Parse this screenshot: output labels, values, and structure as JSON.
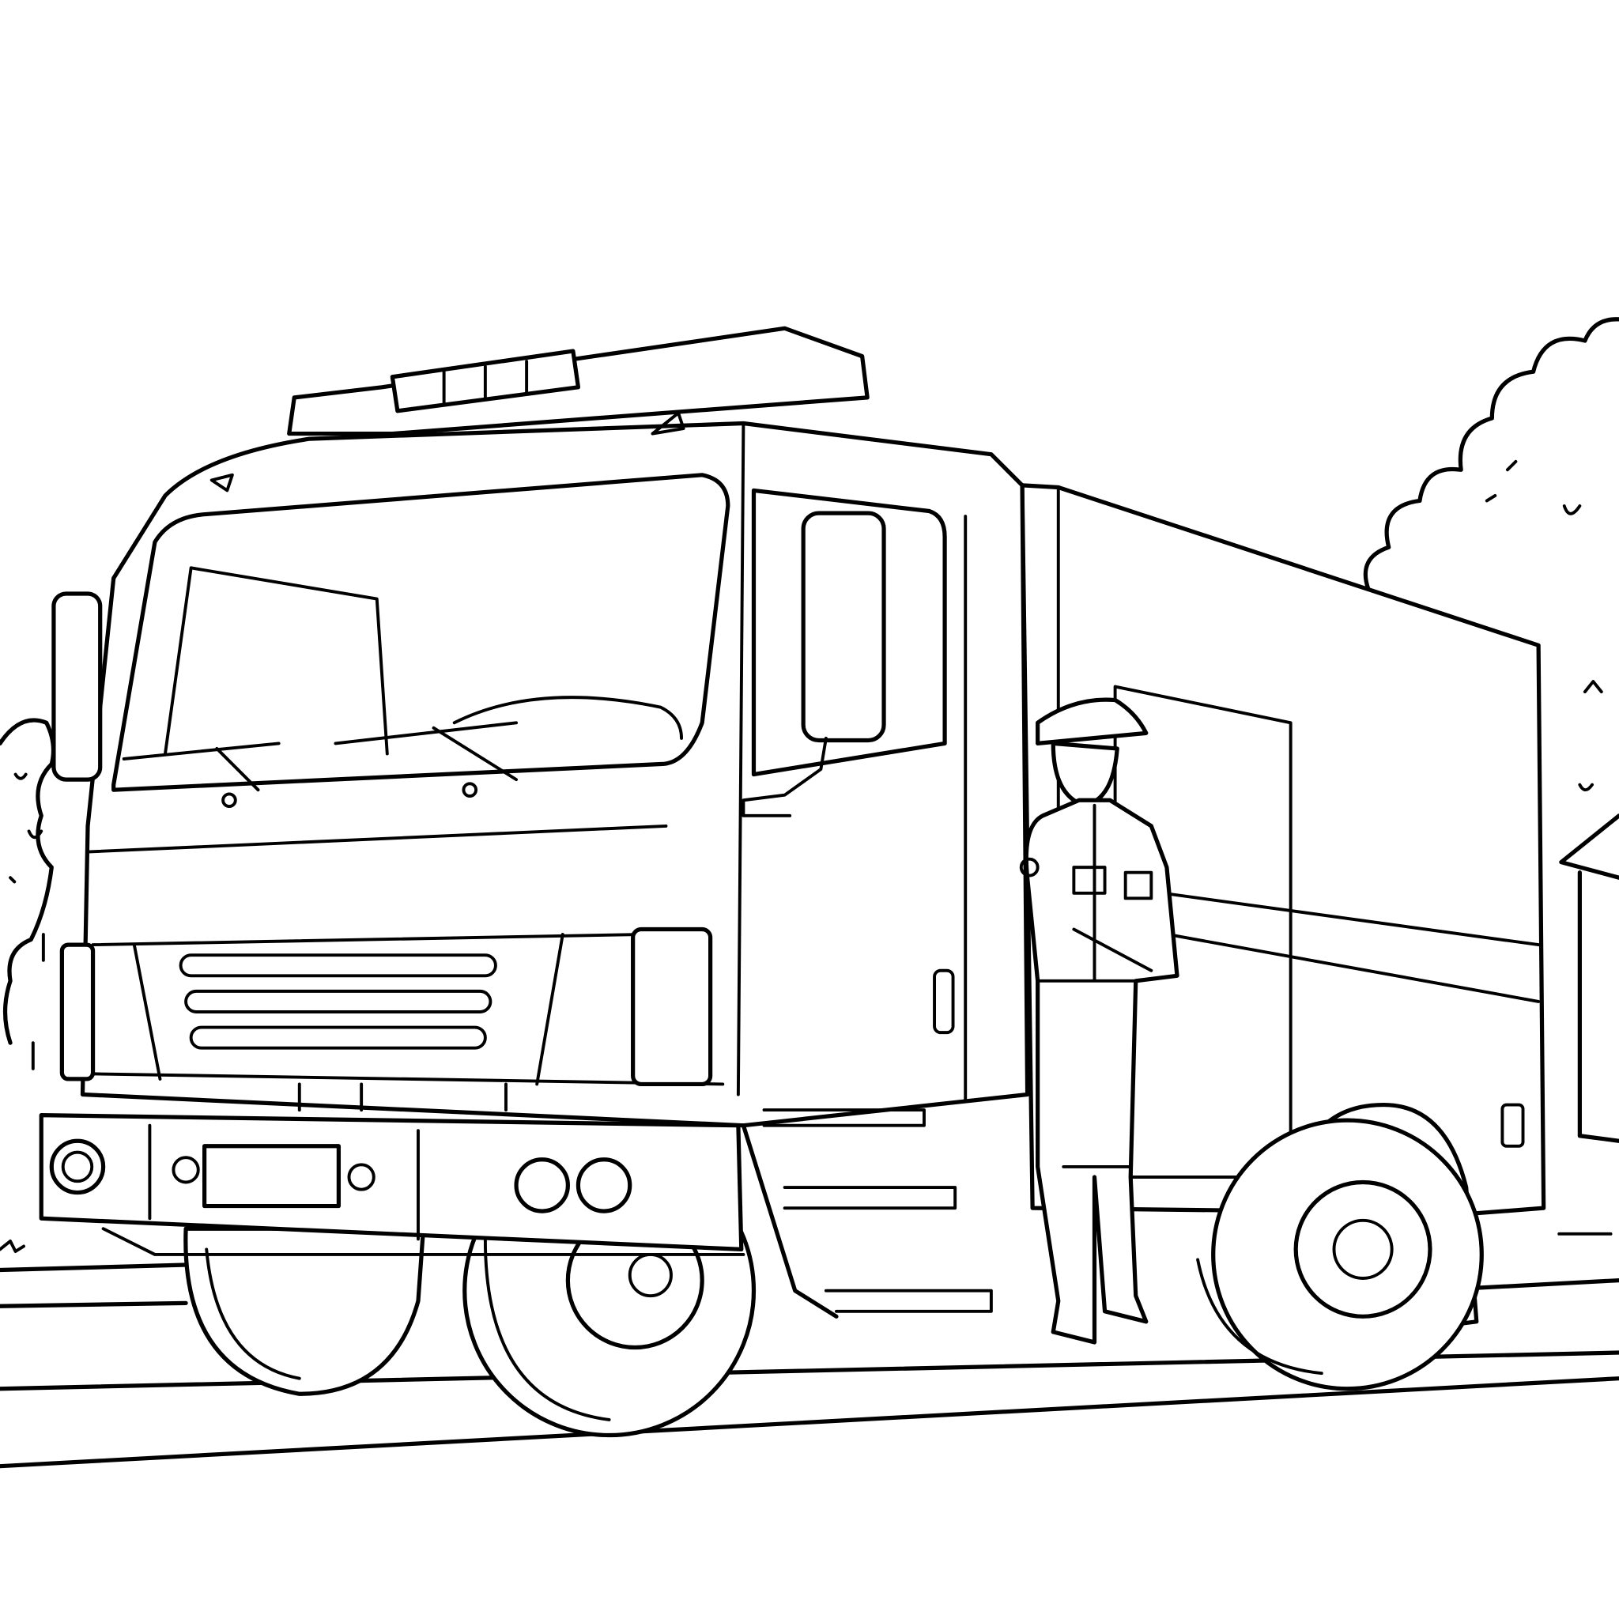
{
  "illustration": {
    "style": "black line art coloring page",
    "subjects": [
      "fire-truck",
      "uniformed-officer",
      "trees",
      "house",
      "road"
    ],
    "colors": {
      "line": "#000000",
      "background": "#ffffff"
    }
  }
}
